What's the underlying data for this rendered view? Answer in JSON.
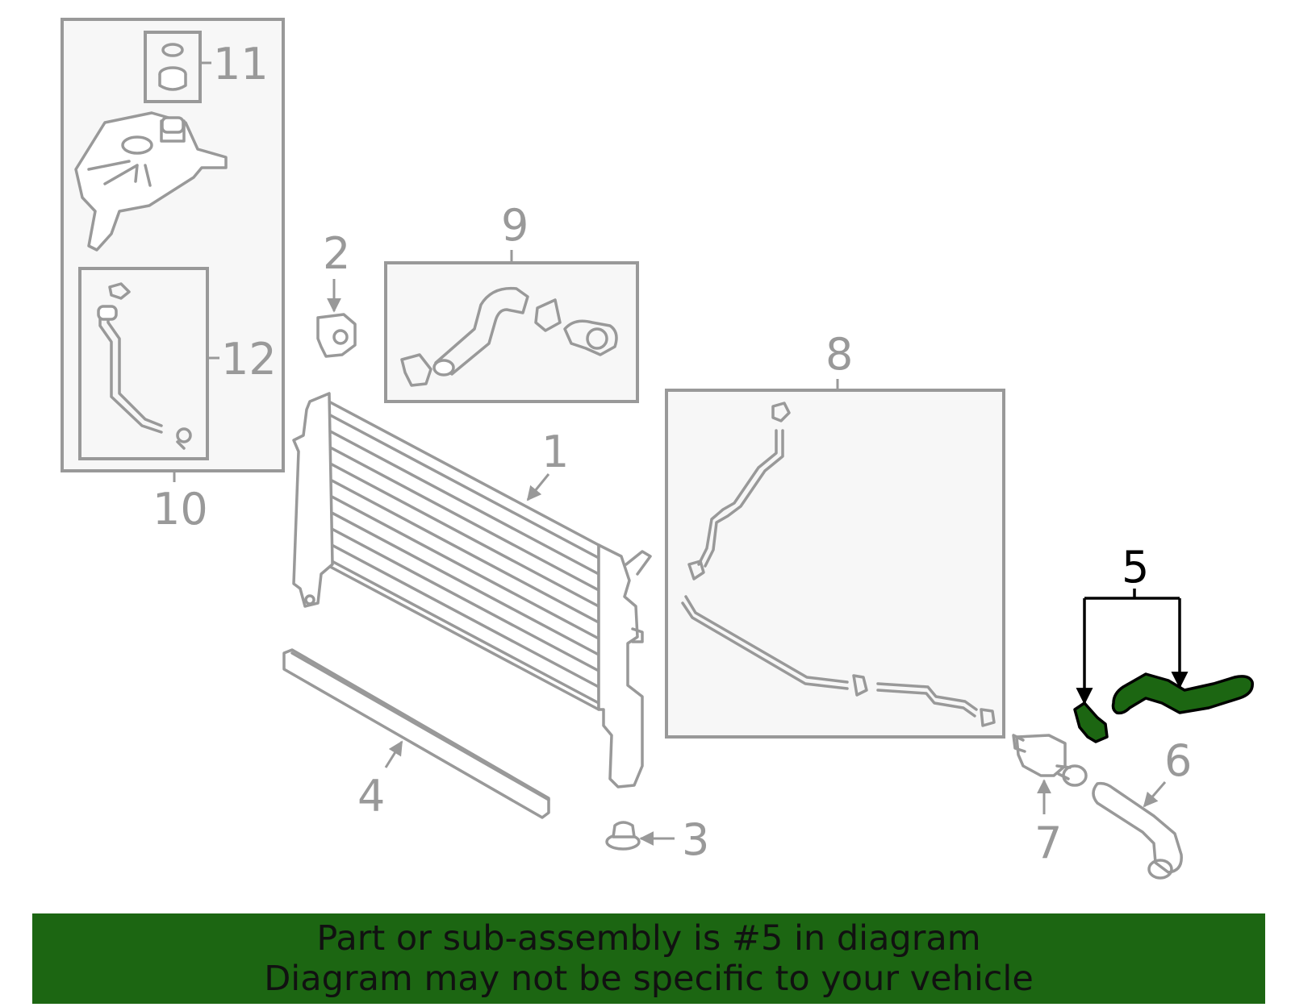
{
  "diagram": {
    "callouts": {
      "c1": "1",
      "c2": "2",
      "c3": "3",
      "c4": "4",
      "c5": "5",
      "c6": "6",
      "c7": "7",
      "c8": "8",
      "c9": "9",
      "c10": "10",
      "c11": "11",
      "c12": "12"
    },
    "highlighted_part": "5",
    "colors": {
      "highlight": "#1c6612",
      "line": "#999999",
      "box_fill": "#f7f7f7"
    }
  },
  "banner": {
    "line1": "Part or sub-assembly is #5 in diagram",
    "line2": "Diagram may not be specific to your vehicle"
  }
}
